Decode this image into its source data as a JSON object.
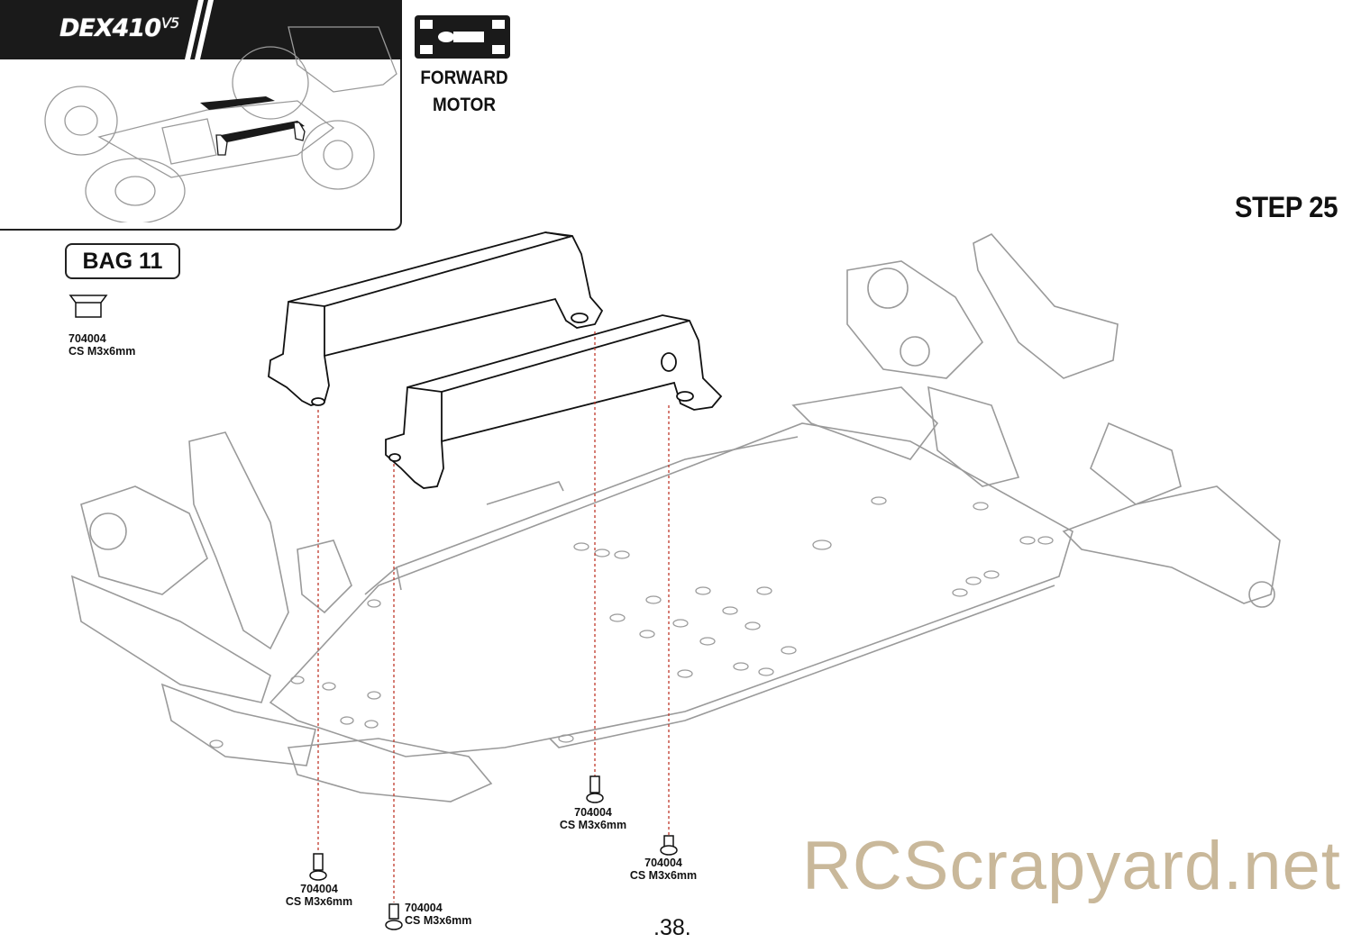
{
  "header": {
    "logo_text": "DEX410",
    "logo_version": "V5",
    "step_label": "STEP 25"
  },
  "bag": {
    "label": "BAG 11"
  },
  "motor_badge": {
    "line1": "FORWARD",
    "line2": "MOTOR",
    "icon": "forward-motor-chassis-icon"
  },
  "legend_part": {
    "code": "704004",
    "desc": "CS M3x6mm"
  },
  "callouts": [
    {
      "code": "704004",
      "desc": "CS M3x6mm"
    },
    {
      "code": "704004",
      "desc": "CS M3x6mm"
    },
    {
      "code": "704004",
      "desc": "CS M3x6mm"
    },
    {
      "code": "704004",
      "desc": "CS M3x6mm"
    }
  ],
  "page_number": ".38.",
  "watermark": "RCScrapyard.net",
  "colors": {
    "guide_line": "#c0392b",
    "chassis_line": "#8a8a8a",
    "part_line": "#111111",
    "watermark": "#c9b89a"
  }
}
